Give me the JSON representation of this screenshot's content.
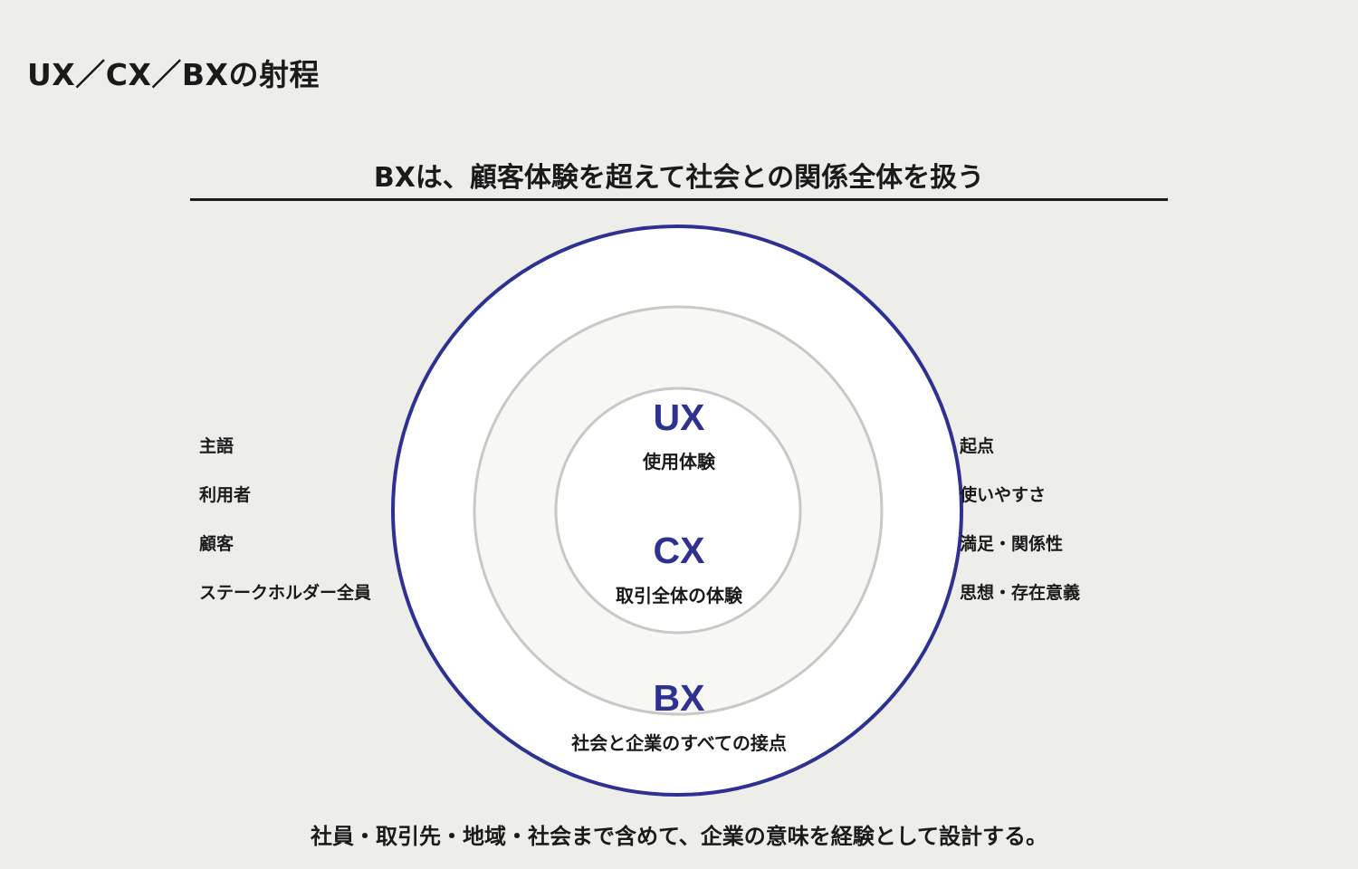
{
  "page_title": "UX／CX／BXの射程",
  "subtitle": "BXは、顧客体験を超えて社会との関係全体を扱う",
  "colors": {
    "background": "#ededea",
    "accent": "#2e3192",
    "ring_border": "#c8c8c6",
    "middle_ring_fill": "#f7f7f3",
    "text": "#1a1a1a"
  },
  "rings": {
    "ux": {
      "label": "UX",
      "desc": "使用体験"
    },
    "cx": {
      "label": "CX",
      "desc": "取引全体の体験"
    },
    "bx": {
      "label": "BX",
      "desc": "社会と企業のすべての接点"
    }
  },
  "left_list": [
    "主語",
    "利用者",
    "顧客",
    "ステークホルダー全員"
  ],
  "right_list": [
    "起点",
    "使いやすさ",
    "満足・関係性",
    "思想・存在意義"
  ],
  "footer": "社員・取引先・地域・社会まで含めて、企業の意味を経験として設計する。"
}
